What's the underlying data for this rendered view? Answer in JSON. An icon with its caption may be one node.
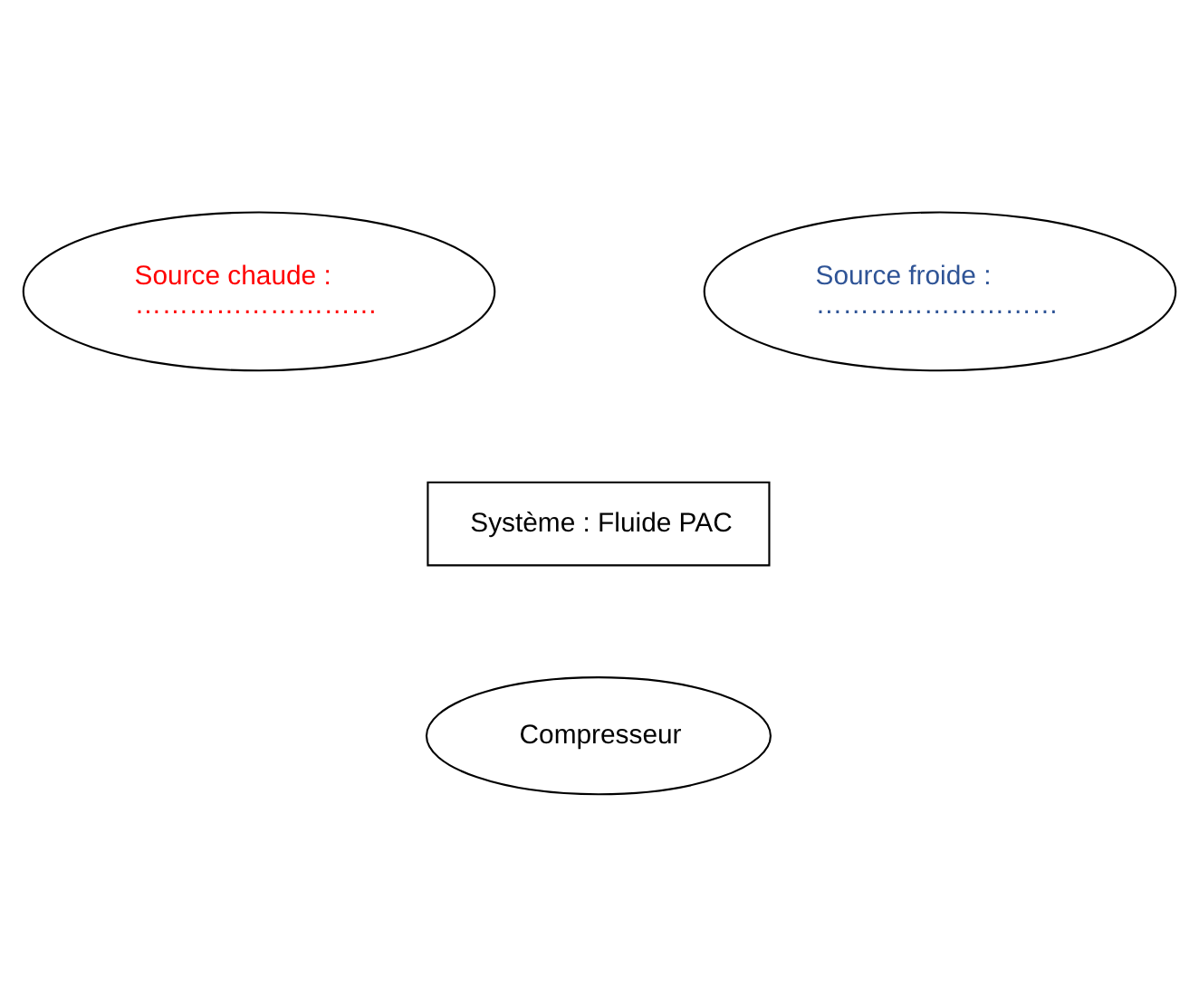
{
  "diagram": {
    "nodes": [
      {
        "text": [
          "Source chaude :",
          "………………………"
        ]
      },
      {
        "text": [
          "Source froide :",
          "………………………"
        ]
      },
      {
        "text": [
          "Système : Fluide PAC"
        ]
      },
      {
        "text": [
          "Compresseur"
        ]
      }
    ]
  }
}
